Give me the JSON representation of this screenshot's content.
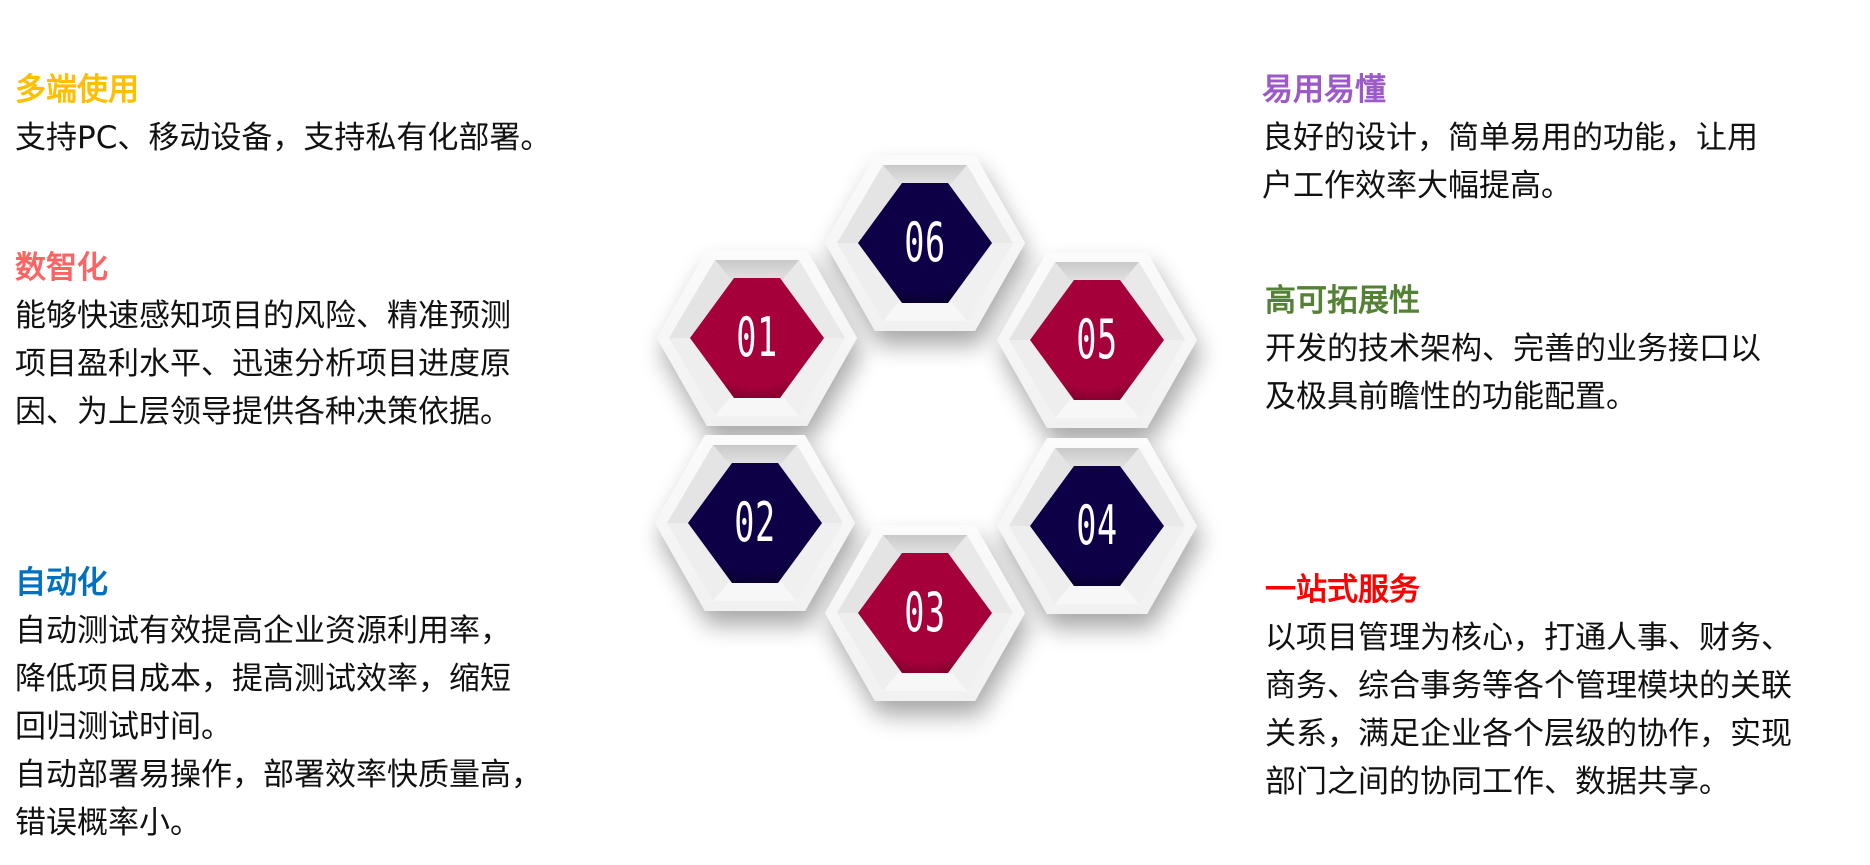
{
  "colors": {
    "crimson": "#a5003a",
    "navy": "#0e0046",
    "frame_light": "#f2f2f2",
    "frame_shadow": "#d2d2d2"
  },
  "left": [
    {
      "title": "多端使用",
      "color": "#ffbf00",
      "body": "支持PC、移动设备，支持私有化部署。"
    },
    {
      "title": "数智化",
      "color": "#ff6464",
      "body": "能够快速感知项目的风险、精准预测\n项目盈利水平、迅速分析项目进度原\n因、为上层领导提供各种决策依据。"
    },
    {
      "title": "自动化",
      "color": "#0070c0",
      "body": "自动测试有效提高企业资源利用率，\n降低项目成本，提高测试效率，缩短\n回归测试时间。\n自动部署易操作，部署效率快质量高，\n错误概率小。"
    }
  ],
  "right": [
    {
      "title": "易用易懂",
      "color": "#9b59c9",
      "body": "良好的设计，简单易用的功能，让用\n户工作效率大幅提高。"
    },
    {
      "title": "高可拓展性",
      "color": "#548235",
      "body": "开发的技术架构、完善的业务接口以\n及极具前瞻性的功能配置。"
    },
    {
      "title": "一站式服务",
      "color": "#ff0000",
      "body": "以项目管理为核心，打通人事、财务、\n商务、综合事务等各个管理模块的关联\n关系，满足企业各个层级的协作，实现\n部门之间的协同工作、数据共享。"
    }
  ],
  "hexagons": [
    {
      "label": "06",
      "fill": "navy"
    },
    {
      "label": "01",
      "fill": "crimson"
    },
    {
      "label": "05",
      "fill": "crimson"
    },
    {
      "label": "02",
      "fill": "navy"
    },
    {
      "label": "04",
      "fill": "navy"
    },
    {
      "label": "03",
      "fill": "crimson"
    }
  ]
}
